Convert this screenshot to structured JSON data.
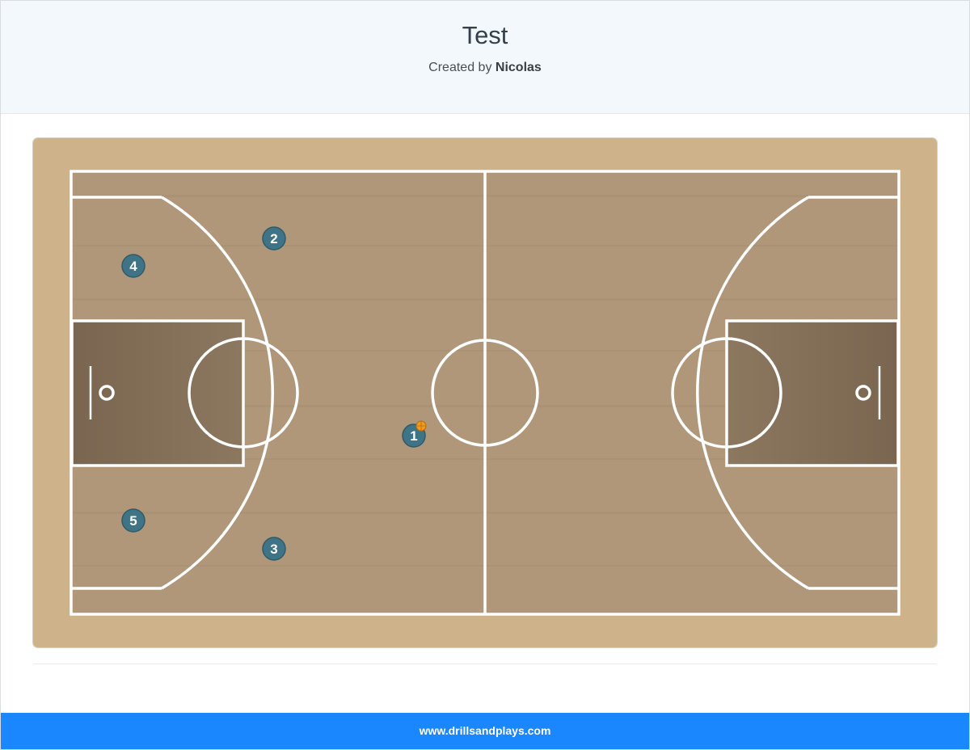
{
  "header": {
    "title": "Test",
    "created_by_prefix": "Created by",
    "author": "Nicolas"
  },
  "court": {
    "players": [
      {
        "number": "1",
        "has_ball": true
      },
      {
        "number": "2",
        "has_ball": false
      },
      {
        "number": "3",
        "has_ball": false
      },
      {
        "number": "4",
        "has_ball": false
      },
      {
        "number": "5",
        "has_ball": false
      }
    ],
    "colors": {
      "wood": "#b0977a",
      "border_wood": "#ceb28a",
      "paint": "#84705a",
      "lines": "#ffffff",
      "player": "#3f7486",
      "ball": "#f29a1c"
    }
  },
  "footer": {
    "site": "www.drillsandplays.com"
  }
}
